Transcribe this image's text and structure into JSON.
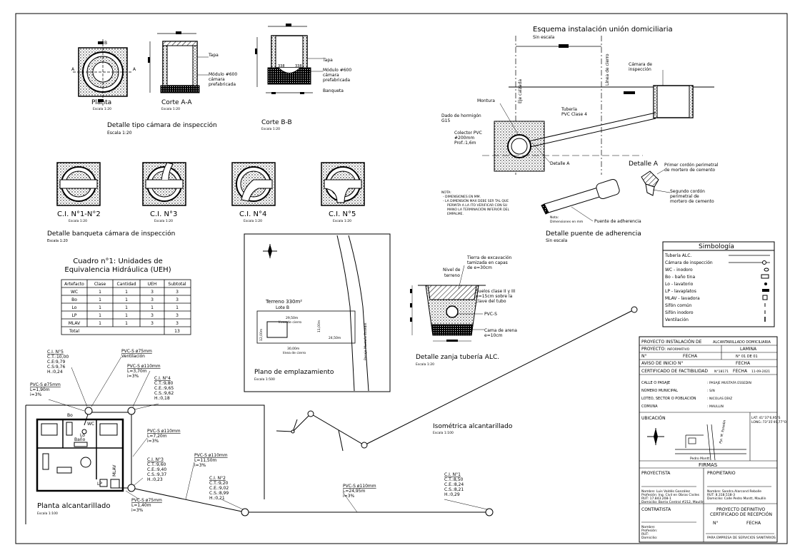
{
  "page": {
    "camara": {
      "planta": "Planta",
      "planta_scale": "Escala 1:20",
      "corte_aa": "Corte A-A",
      "corte_aa_scale": "Escala 1:20",
      "corte_bb": "Corte B-B",
      "corte_bb_scale": "Escala 1:20",
      "tapa": "Tapa",
      "modulo": "Módulo #600",
      "camara": "cámara",
      "prefabricada": "prefabricada",
      "banqueta": "Banqueta",
      "dim_a": "A",
      "dim_b": "B",
      "dim_338": "338",
      "title": "Detalle tipo cámara de inspección",
      "title_scale": "Escala 1:20"
    },
    "banqueta": {
      "ci1": "C.I. N°1-N°2",
      "ci3": "C.I. N°3",
      "ci4": "C.I. N°4",
      "ci5": "C.I. N°5",
      "ci_scale": "Escala 1:20",
      "title": "Detalle banqueta cámara de inspección",
      "title_scale": "Escala 1:20"
    },
    "esquema": {
      "title": "Esquema instalación unión domiciliaria",
      "scale": "Sin escala",
      "eje_calzada": "Eje calzada",
      "linea_cierro": "Línea de cierro",
      "camara_insp_1": "Cámara de",
      "camara_insp_2": "inspección",
      "montura": "Montura",
      "tuberia": "Tubería",
      "pvc_clase": "PVC Clase 4",
      "dado_1": "Dado de hormigón",
      "dado_2": "G15",
      "colector_1": "Colector PVC",
      "colector_2": "#200mm",
      "colector_3": "Prof.:1,6m",
      "detalle_a": "Detalle A"
    },
    "detalle_a": {
      "title": "Detalle A",
      "primer_1": "Primer cordón perimetral",
      "primer_2": "de mortero de cemento",
      "segundo_1": "Segundo cordón",
      "segundo_2": "perimetral de",
      "segundo_3": "mortero de cemento"
    },
    "nota": {
      "label": "NOTA:",
      "line1": "- DIMENSIONES EN MM.",
      "line2": "- LA DIMENSIÓN MAX DEBE SER TAL QUE",
      "line3": "PERMITA A LA ITO VERIFICAR CON SU",
      "line4": "MANO LA TERMINACIÓN INFERIOR DEL",
      "line5": "EMPALME."
    },
    "puente": {
      "nota_1": "Nota:",
      "nota_2": "Dimensiones en mm",
      "label": "Puente de adherencia",
      "title": "Detalle puente de adherencia",
      "scale": "Sin escala"
    },
    "simbologia": {
      "title": "Simbología",
      "items": [
        "Tubería ALC.",
        "Cámara de inspección",
        "WC - inodoro",
        "Bo - baño tina",
        "Lo - lavatorio",
        "LP - lavaplatos",
        "MLAV - lavadora",
        "Sifón común",
        "Sifón inodoro",
        "Ventilación"
      ]
    },
    "cuadro": {
      "title_1": "Cuadro n°1: Unidades de",
      "title_2": "Equivalencia Hidráulica (UEH)",
      "headers": [
        "Artefacto",
        "Clase",
        "Cantidad",
        "UEH",
        "Subtotal"
      ],
      "rows": [
        [
          "WC",
          "1",
          "1",
          "3",
          "3"
        ],
        [
          "Bo",
          "1",
          "1",
          "3",
          "3"
        ],
        [
          "Lo",
          "1",
          "1",
          "1",
          "1"
        ],
        [
          "LP",
          "1",
          "1",
          "3",
          "3"
        ],
        [
          "MLAV",
          "1",
          "1",
          "3",
          "3"
        ]
      ],
      "total_label": "Total",
      "total_value": "13"
    },
    "emplazamiento": {
      "terreno_1": "Terreno 330m²",
      "terreno_2": "Lote B",
      "d2950": "29,50m",
      "linea_cierro": "línea de cierro",
      "d1100": "11,00m",
      "d1200": "12,00m",
      "d3000": "30,00m",
      "d2450": "24,50m",
      "pasaje": "Pasaje Mustafa Essedin",
      "title": "Plano de emplazamiento",
      "scale": "Escala 1:500"
    },
    "zanja": {
      "nivel_1": "Nivel de",
      "nivel_2": "terreno",
      "tierra_1": "Tierra de excavación",
      "tierra_2": "tamizada en capas",
      "tierra_3": "de e=30cm",
      "suelos_1": "Suelos clase II y III",
      "suelos_2": "e=15cm sobre la",
      "suelos_3": "clave del tubo",
      "pvc": "PVC-S",
      "cama_1": "Cama de arena",
      "cama_2": "e=10cm",
      "title": "Detalle zanja tubería ALC.",
      "scale": "Escala 1:20"
    },
    "planta_alc": {
      "title": "Planta alcantarillado",
      "scale": "Escala 1:100",
      "bo": "Bo",
      "wc": "WC",
      "lo": "Lo",
      "bano": "Baño",
      "lp": "LP",
      "mlav": "MLAV",
      "ci5": [
        "C.I. N°5",
        "C.T.:10,00",
        "C.E:9,79",
        "C.S:9,76",
        "H.:0,24"
      ],
      "vent_pvc": "PVC-S ø75mm",
      "vent_label": "Ventilación",
      "pvc75_a": [
        "PVC-S ø75mm",
        "L=1,90m",
        "i=3%"
      ],
      "pvc110_a": [
        "PVC-S ø110mm",
        "L=3,70m",
        "i=3%"
      ],
      "ci4": [
        "C.I. N°4",
        "C.T.:9,80",
        "C.E.:9,65",
        "C.S.:9,62",
        "H.:0,18"
      ],
      "pvc110_b": [
        "PVC-S ø110mm",
        "L=7,20m",
        "i=3%"
      ],
      "ci3": [
        "C.I. N°3",
        "C.T.:9,60",
        "C.E.:9,40",
        "C.S.:9,37",
        "H.:0,23"
      ],
      "pvc110_c": [
        "PVC-S ø110mm",
        "L=11,50m",
        "i=3%"
      ],
      "ci2": [
        "C.I. N°2",
        "C.T.:9,20",
        "C.E.:9,02",
        "C.S.:8,99",
        "H.:0,21"
      ],
      "pvc75_b": [
        "PVC-S ø75mm",
        "L=1,40m",
        "i=3%"
      ],
      "pvc110_d": [
        "PVC-S ø110mm",
        "L=24,95m",
        "i=3%"
      ],
      "ci1": [
        "C.I. N°1",
        "C.T.:8,50",
        "C.E.:8,24",
        "C.S.:8,21",
        "H.:0,29"
      ]
    },
    "isometrica": {
      "title": "Isométrica alcantarillado",
      "scale": "Escala 1:100"
    },
    "cajetin": {
      "proyecto_a": "PROYECTO INSTALACIÓN DE",
      "proyecto_b": "ALCANTARILLADO DOMICILIARIA",
      "proyecto_tipo_label": "PROYECTO:",
      "proyecto_tipo": "INFORMATIVO",
      "lamina": "LAMINA",
      "n_label": "N°",
      "fecha_label": "FECHA",
      "n_de": "N° 01 DE 01",
      "aviso": "AVISO DE INICIO N°",
      "aviso_fecha": "FECHA",
      "certificado_label": "CERTIFICADO DE FACTIBILIDAD",
      "certificado_n": "N°18171",
      "certificado_fecha_label": "FECHA",
      "certificado_fecha": "11-09-2021",
      "calle_label": "CALLE O PASAJE",
      "calle": ": PASAJE MUSTAFA ESSEDIN",
      "numero_label": "NÚMERO MUNICIPAL",
      "numero": ": S/N",
      "loteo_label": "LOTEO, SECTOR O POBLACIÓN",
      "loteo": ": NICOLAS DÍAZ",
      "comuna_label": "COMUNA",
      "comuna": ": MAULLIN",
      "ubicacion": "UBICACIÓN",
      "lat": "LAT: 41°37'6,95\"S",
      "long": "LONG.:73°35'49,77\"O",
      "calle_mapa": "Pedro Montt",
      "calle_mapa_2": "Pje. M. Essedin",
      "firmas": "FIRMAS",
      "proyectista": "PROYECTISTA",
      "propietario": "PROPIETARIO",
      "proy_l1": "Nombre: Luis Valdés González",
      "proy_l2": "Profesión: Ing. Civil en Obras Civiles",
      "proy_l3": "RUT: 17.843.208-1",
      "proy_l4": "Domicilio: Barrio Central #212, Maullín",
      "prop_l1": "Nombre: Sandra Alarcond Rebolle",
      "prop_l2": "RUT: 8.318.518-3",
      "prop_l3": "Domicilio: Calle Pedro Montt, Maullín",
      "contratista": "CONTRATISTA",
      "cont_l1": "Nombre:",
      "cont_l2": "Profesión:",
      "cont_l3": "RUT:",
      "cont_l4": "Domicilio:",
      "proyecto_def_1": "PROYECTO DEFINITIVO",
      "proyecto_def_2": "CERTIFICADO DE RECEPCIÓN",
      "rec_n": "N°",
      "rec_fecha": "FECHA",
      "empresa": "PARA EMPRESA DE SERVICIOS SANITARIOS"
    }
  }
}
